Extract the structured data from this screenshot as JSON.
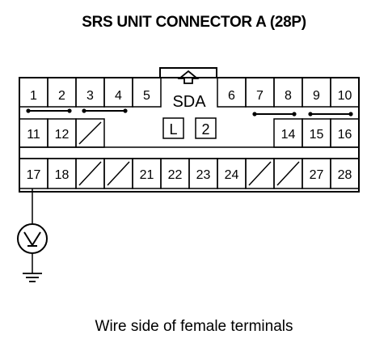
{
  "title": "SRS UNIT CONNECTOR A (28P)",
  "caption": "Wire side of female terminals",
  "housing_label": "SDA",
  "lock_marks": [
    "L",
    "2"
  ],
  "terminals": {
    "row1": [
      "1",
      "2",
      "3",
      "4",
      "5",
      "6",
      "7",
      "8",
      "9",
      "10"
    ],
    "row2": [
      "11",
      "12",
      "14",
      "15",
      "16"
    ],
    "row3": [
      "17",
      "18",
      "21",
      "22",
      "23",
      "24",
      "27",
      "28"
    ]
  },
  "shorting_bars": [
    [
      "1",
      "2"
    ],
    [
      "3",
      "4"
    ],
    [
      "7",
      "8"
    ],
    [
      "9",
      "10"
    ]
  ],
  "unused_cavities": 5
}
